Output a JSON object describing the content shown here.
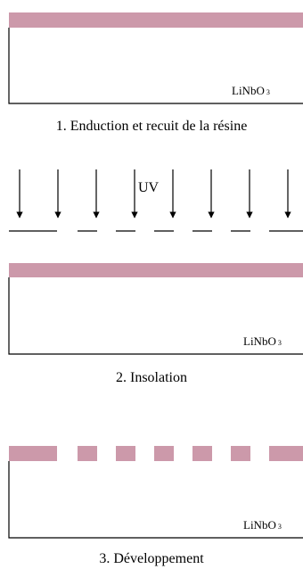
{
  "colors": {
    "resist": "#cc99aa",
    "stroke": "#000000",
    "background": "#ffffff"
  },
  "steps": [
    {
      "caption": "1. Enduction et recuit de la résine",
      "material": "LiNbO",
      "material_sub": "3",
      "resist": "continuous"
    },
    {
      "caption": "2. Insolation",
      "material": "LiNbO",
      "material_sub": "3",
      "resist": "continuous"
    },
    {
      "caption": "3. Développement",
      "material": "LiNbO",
      "material_sub": "3",
      "resist": "patterned"
    }
  ],
  "exposure": {
    "label": "UV",
    "arrow_count": 8,
    "mask_segment_count": 7
  }
}
